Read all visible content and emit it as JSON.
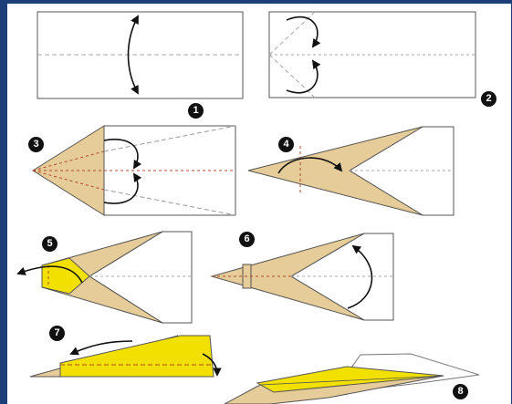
{
  "steps": [
    {
      "number": "1"
    },
    {
      "number": "2"
    },
    {
      "number": "3"
    },
    {
      "number": "4"
    },
    {
      "number": "5"
    },
    {
      "number": "6"
    },
    {
      "number": "7"
    },
    {
      "number": "8"
    }
  ],
  "colors": {
    "background": "#1c3f7a",
    "paper": "#ffffff",
    "folded_paper": "#e6cc98",
    "yellow_paper": "#f2e000",
    "valley_fold": "#b0b0b0",
    "crease_red": "#b24a2a",
    "outline": "#444444",
    "arrow": "#111111"
  }
}
